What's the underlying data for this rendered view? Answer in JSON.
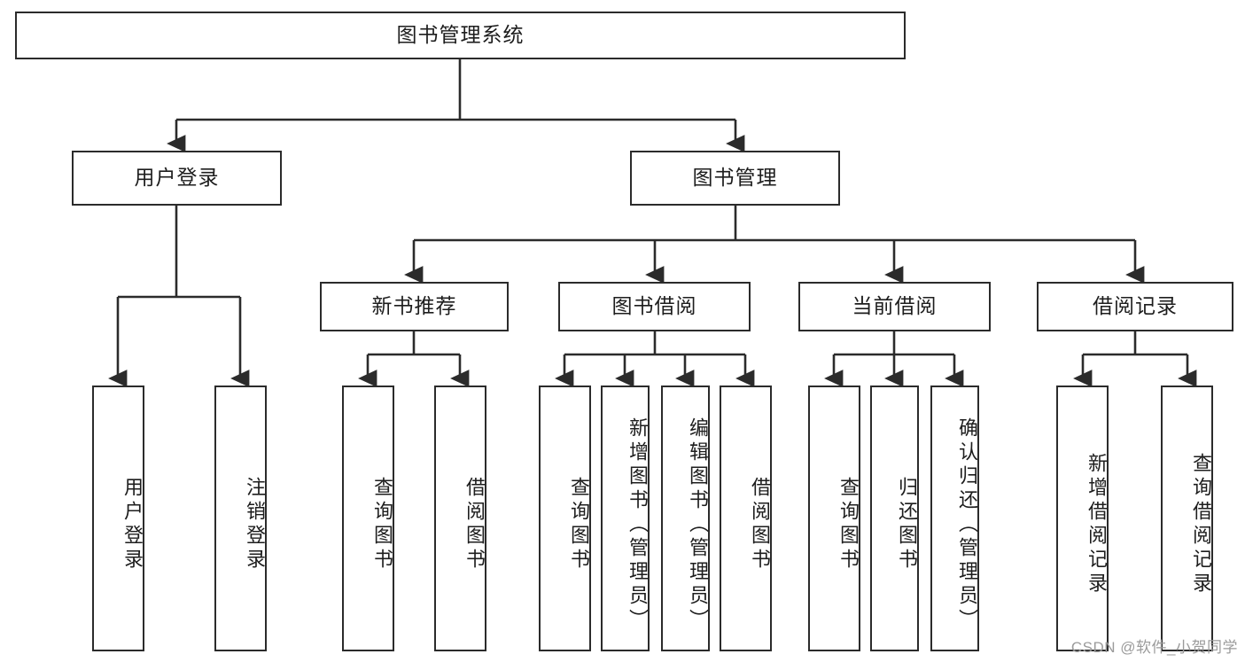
{
  "diagram": {
    "title": "图书管理系统",
    "type": "tree-hierarchy-chart",
    "watermark": "CSDN @软件_小贺同学",
    "colors": {
      "stroke": "#2b2b2b",
      "fill": "#ffffff",
      "text": "#1d1d1d",
      "watermark": "#9b9b9b"
    },
    "root": {
      "label": "图书管理系统"
    },
    "level2": [
      {
        "label": "用户登录"
      },
      {
        "label": "图书管理"
      }
    ],
    "level3": [
      {
        "label": "新书推荐"
      },
      {
        "label": "图书借阅"
      },
      {
        "label": "当前借阅"
      },
      {
        "label": "借阅记录"
      }
    ],
    "leaves": {
      "user_login": [
        {
          "label": "用户登录"
        },
        {
          "label": "注销登录"
        }
      ],
      "new_book_recommend": [
        {
          "label": "查询图书"
        },
        {
          "label": "借阅图书"
        }
      ],
      "book_borrow": [
        {
          "label": "查询图书"
        },
        {
          "label": "新增图书（管理员）"
        },
        {
          "label": "编辑图书（管理员）"
        },
        {
          "label": "借阅图书"
        }
      ],
      "current_borrow": [
        {
          "label": "查询图书"
        },
        {
          "label": "归还图书"
        },
        {
          "label": "确认归还（管理员）"
        }
      ],
      "borrow_records": [
        {
          "label": "新增借阅记录"
        },
        {
          "label": "查询借阅记录"
        }
      ]
    }
  }
}
